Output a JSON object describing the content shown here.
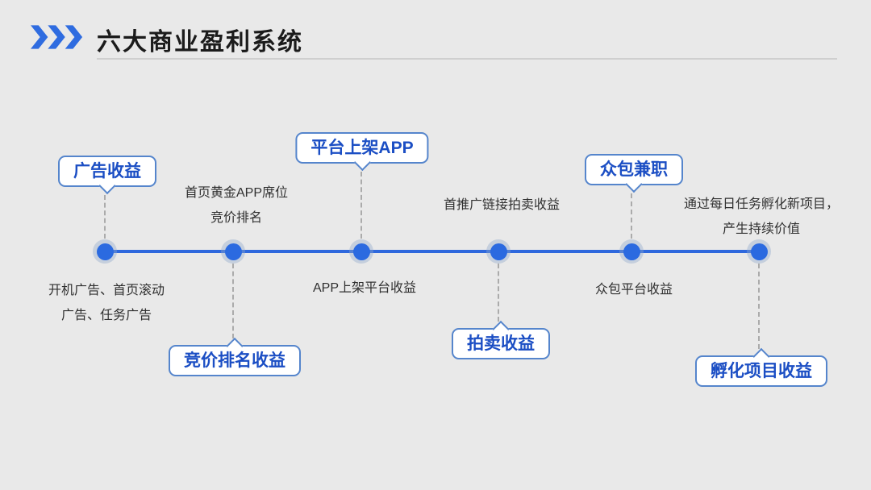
{
  "header": {
    "title": "六大商业盈利系统",
    "decoration_icon": "triple-chevron-right-icon"
  },
  "colors": {
    "background": "#e9e9e9",
    "accent_blue": "#2e68dd",
    "dot_fill": "#2b6ae0",
    "dot_ring": "#c9d3e2",
    "callout_border": "#5585cc",
    "callout_text": "#1b4ec4",
    "description_text": "#303030"
  },
  "timeline": {
    "nodes": [
      {
        "callout": "广告收益",
        "callout_position": "above",
        "description_position": "below",
        "description_lines": [
          "开机广告、首页滚动",
          "广告、任务广告"
        ]
      },
      {
        "callout": "竞价排名收益",
        "callout_position": "below",
        "description_position": "above",
        "description_lines": [
          "首页黄金APP席位",
          "竞价排名"
        ]
      },
      {
        "callout": "平台上架APP",
        "callout_position": "above",
        "description_position": "below",
        "description_lines": [
          "APP上架平台收益"
        ]
      },
      {
        "callout": "拍卖收益",
        "callout_position": "below",
        "description_position": "above",
        "description_lines": [
          "首推广链接拍卖收益"
        ]
      },
      {
        "callout": "众包兼职",
        "callout_position": "above",
        "description_position": "below",
        "description_lines": [
          "众包平台收益"
        ]
      },
      {
        "callout": "孵化项目收益",
        "callout_position": "below",
        "description_position": "above",
        "description_lines": [
          "通过每日任务孵化新项目，",
          "产生持续价值"
        ]
      }
    ]
  }
}
